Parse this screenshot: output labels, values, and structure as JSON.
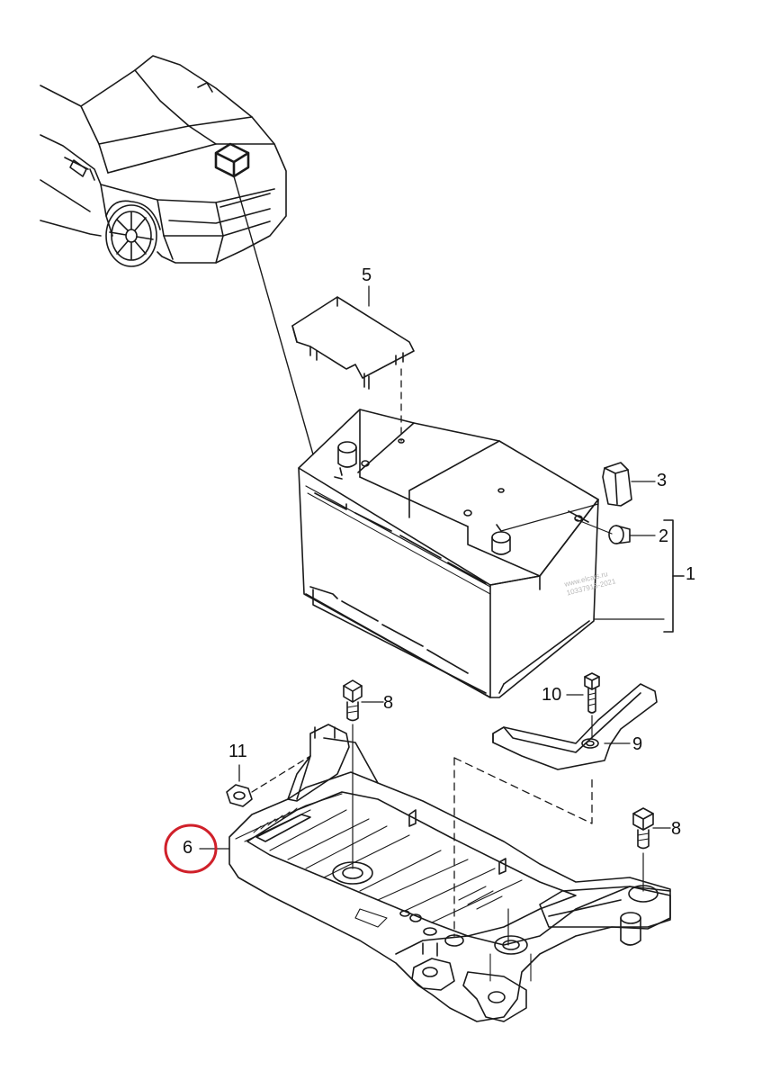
{
  "callouts": {
    "c1": "1",
    "c2": "2",
    "c3": "3",
    "c5": "5",
    "c6": "6",
    "c8_top": "8",
    "c8_right": "8",
    "c9": "9",
    "c10": "10",
    "c11": "11"
  },
  "watermark": {
    "line1": "www.elcats.ru",
    "line2": "10337915-2021"
  },
  "highlight_color": "#d0202a",
  "line_color": "#1a1a1a"
}
